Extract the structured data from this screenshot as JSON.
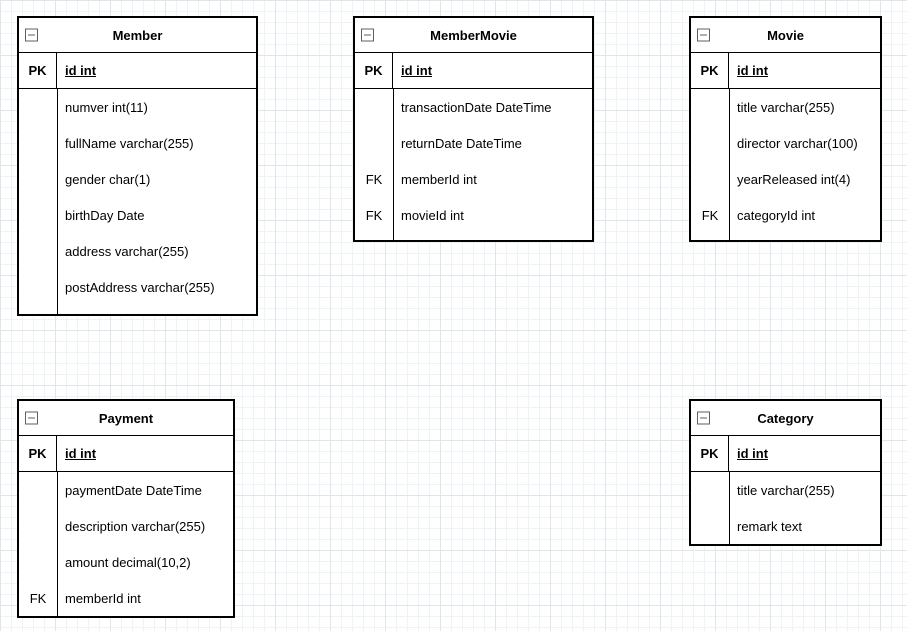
{
  "diagram": {
    "icons": {
      "collapse": "collapse-minus-icon"
    },
    "colors": {
      "border": "#000000",
      "fill": "#ffffff",
      "grid_major": "#dde6e9",
      "grid_minor": "#eef3f5"
    },
    "tables": [
      {
        "title": "Member",
        "rows": [
          {
            "key": "PK",
            "field": "id int"
          },
          {
            "key": "",
            "field": "numver int(11)"
          },
          {
            "key": "",
            "field": "fullName varchar(255)"
          },
          {
            "key": "",
            "field": "gender char(1)"
          },
          {
            "key": "",
            "field": "birthDay Date"
          },
          {
            "key": "",
            "field": "address varchar(255)"
          },
          {
            "key": "",
            "field": "postAddress varchar(255)"
          }
        ]
      },
      {
        "title": "MemberMovie",
        "rows": [
          {
            "key": "PK",
            "field": "id int"
          },
          {
            "key": "",
            "field": "transactionDate DateTime"
          },
          {
            "key": "",
            "field": "returnDate DateTime"
          },
          {
            "key": "FK",
            "field": "memberId int"
          },
          {
            "key": "FK",
            "field": "movieId int"
          }
        ]
      },
      {
        "title": "Movie",
        "rows": [
          {
            "key": "PK",
            "field": "id int"
          },
          {
            "key": "",
            "field": "title varchar(255)"
          },
          {
            "key": "",
            "field": "director varchar(100)"
          },
          {
            "key": "",
            "field": "yearReleased int(4)"
          },
          {
            "key": "FK",
            "field": "categoryId int"
          }
        ]
      },
      {
        "title": "Payment",
        "rows": [
          {
            "key": "PK",
            "field": "id int"
          },
          {
            "key": "",
            "field": "paymentDate DateTime"
          },
          {
            "key": "",
            "field": "description varchar(255)"
          },
          {
            "key": "",
            "field": "amount decimal(10,2)"
          },
          {
            "key": "FK",
            "field": "memberId int"
          }
        ]
      },
      {
        "title": "Category",
        "rows": [
          {
            "key": "PK",
            "field": "id int"
          },
          {
            "key": "",
            "field": "title varchar(255)"
          },
          {
            "key": "",
            "field": "remark text"
          }
        ]
      }
    ]
  }
}
